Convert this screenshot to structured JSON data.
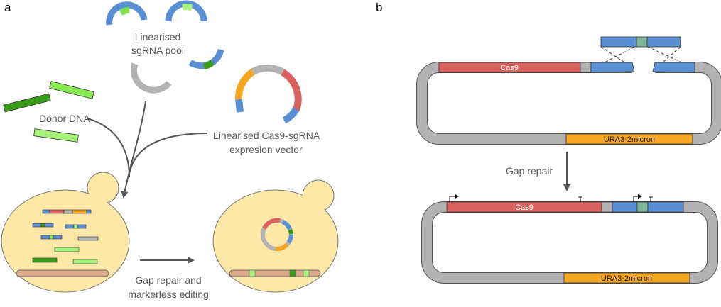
{
  "panels": {
    "a": "a",
    "b": "b"
  },
  "panel_a": {
    "sgrna_label_1": "Linearised",
    "sgrna_label_2": "sgRNA pool",
    "donor_label": "Donor DNA",
    "vector_label_1": "Linearised Cas9-sgRNA",
    "vector_label_2": "expresion vector",
    "editing_label_1": "Gap repair and",
    "editing_label_2": "markerless editing"
  },
  "panel_b": {
    "cas9_top": "Cas9",
    "ura3_top": "URA3-2micron",
    "gap_repair": "Gap repair",
    "cas9_bottom": "Cas9",
    "ura3_bottom": "URA3-2micron"
  },
  "colors": {
    "cas9": "#d9625f",
    "blue": "#5b8fd4",
    "gray": "#b3b3b3",
    "orange": "#f5a623",
    "green_dark": "#3a9b1a",
    "green_light": "#a6f27a",
    "green_insert": "#7fb59a",
    "yeast": "#fde8a8",
    "chromosome": "#d9a98a",
    "arrow": "#555555"
  }
}
